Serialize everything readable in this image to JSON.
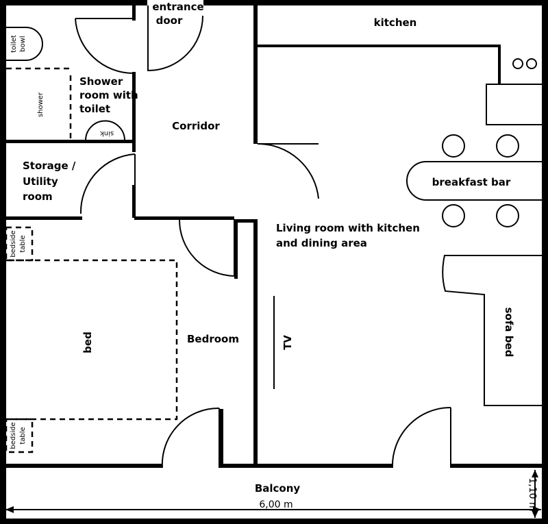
{
  "rooms": {
    "entrance_line1": "entrance",
    "entrance_line2": "door",
    "kitchen": "kitchen",
    "toilet_line1": "toilet",
    "toilet_line2": "bowl",
    "shower": "shower",
    "shower_room_line1": "Shower",
    "shower_room_line2": "room with",
    "shower_room_line3": "toilet",
    "sink": "sink",
    "corridor": "Corridor",
    "storage_line1": "Storage /",
    "storage_line2": "Utility",
    "storage_line3": "room",
    "breakfast_bar": "breakfast bar",
    "living_line1": "Living room with kitchen",
    "living_line2": "and dining area",
    "bedside_line1": "bedside",
    "bedside_line2": "table",
    "bed": "bed",
    "bedroom": "Bedroom",
    "tv": "TV",
    "sofa_bed": "sofa bed",
    "balcony": "Balcony"
  },
  "dimensions": {
    "width": "6,00 m",
    "depth": "1,10 m"
  }
}
